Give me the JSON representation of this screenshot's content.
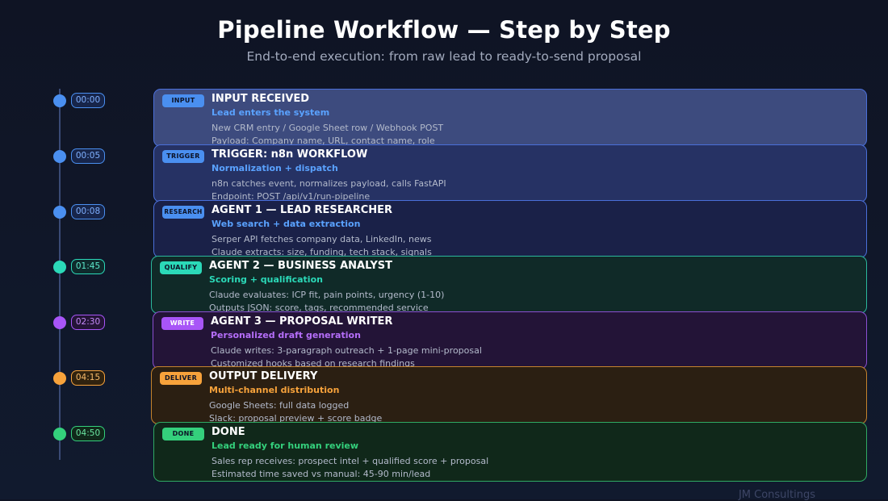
{
  "header": {
    "title": "Pipeline Workflow — Step by Step",
    "subtitle": "End-to-end execution: from raw lead to ready-to-send proposal"
  },
  "steps": [
    {
      "time": "00:00",
      "tag": "INPUT",
      "title": "INPUT RECEIVED",
      "subtitle": "Lead enters the system",
      "lines": [
        "New CRM entry / Google Sheet row / Webhook POST",
        "Payload: Company name, URL, contact name, role"
      ],
      "accent": "#4a8ff0"
    },
    {
      "time": "00:05",
      "tag": "TRIGGER",
      "title": "TRIGGER: n8n WORKFLOW",
      "subtitle": "Normalization + dispatch",
      "lines": [
        "n8n catches event, normalizes payload, calls FastAPI",
        "Endpoint: POST /api/v1/run-pipeline"
      ],
      "accent": "#4a8ff0"
    },
    {
      "time": "00:08",
      "tag": "RESEARCH",
      "title": "AGENT 1 — LEAD RESEARCHER",
      "subtitle": "Web search + data extraction",
      "lines": [
        "Serper API fetches company data, LinkedIn, news",
        "Claude extracts: size, funding, tech stack, signals"
      ],
      "accent": "#4a8ff0"
    },
    {
      "time": "01:45",
      "tag": "QUALIFY",
      "title": "AGENT 2 — BUSINESS ANALYST",
      "subtitle": "Scoring + qualification",
      "lines": [
        "Claude evaluates: ICP fit, pain points, urgency (1-10)",
        "Outputs JSON: score, tags, recommended service"
      ],
      "accent": "#2bd9b8"
    },
    {
      "time": "02:30",
      "tag": "WRITE",
      "title": "AGENT 3 — PROPOSAL WRITER",
      "subtitle": "Personalized draft generation",
      "lines": [
        "Claude writes: 3-paragraph outreach + 1-page mini-proposal",
        "Customized hooks based on research findings"
      ],
      "accent": "#a855f7"
    },
    {
      "time": "04:15",
      "tag": "DELIVER",
      "title": "OUTPUT DELIVERY",
      "subtitle": "Multi-channel distribution",
      "lines": [
        "Google Sheets: full data logged",
        "Slack: proposal preview + score badge"
      ],
      "accent": "#f7a23b"
    },
    {
      "time": "04:50",
      "tag": "DONE",
      "title": "DONE",
      "subtitle": "Lead ready for human review",
      "lines": [
        "Sales rep receives: prospect intel + qualified score + proposal",
        "Estimated time saved vs manual: 45-90 min/lead"
      ],
      "accent": "#34d07c"
    }
  ],
  "footer": {
    "brand": "JM Consultings"
  }
}
